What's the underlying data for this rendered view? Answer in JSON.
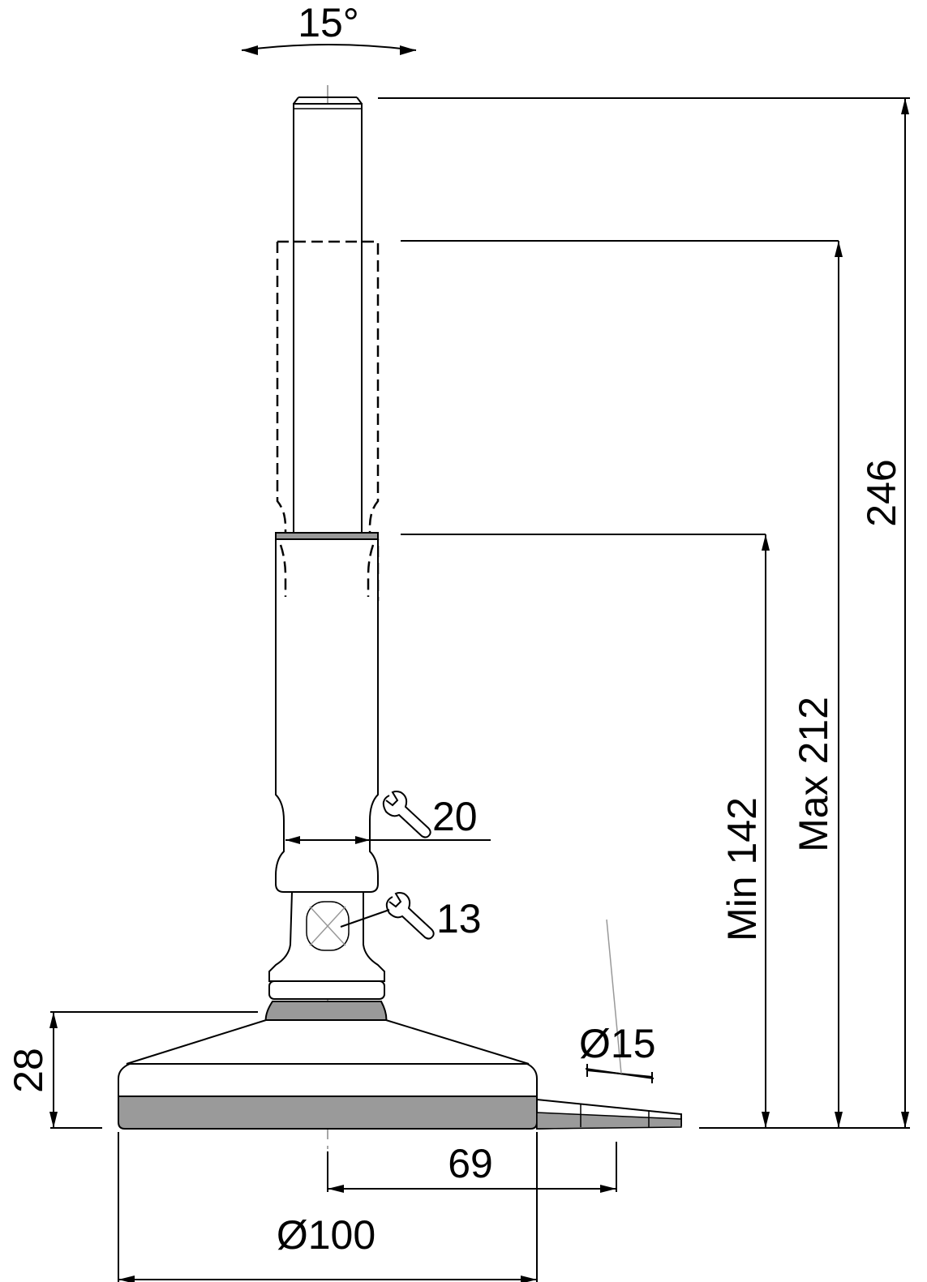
{
  "labels": {
    "tilt_angle": "15°",
    "overall_height": "246",
    "max_height": "Max 212",
    "min_height": "Min 142",
    "wrench_upper": "20",
    "wrench_lower": "13",
    "base_height": "28",
    "hole_diameter": "Ø15",
    "hole_offset": "69",
    "base_diameter": "Ø100"
  },
  "colors": {
    "line": "#000000",
    "rubber_fill": "#9a9a9a",
    "centerline": "#888888",
    "background": "#ffffff"
  },
  "icons": {
    "wrench_upper": "wrench-icon",
    "wrench_lower": "wrench-icon"
  }
}
